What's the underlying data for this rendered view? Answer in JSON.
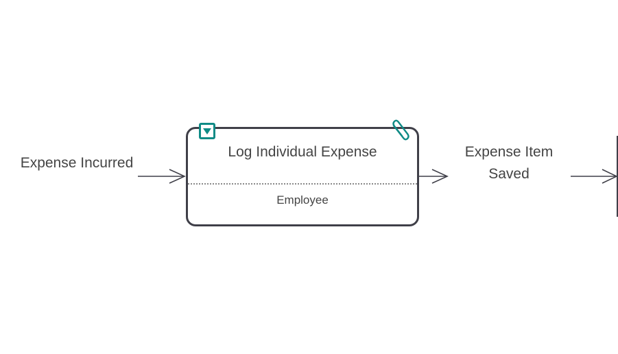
{
  "diagram": {
    "incoming_event": {
      "label": "Expense Incurred"
    },
    "task": {
      "title": "Log Individual Expense",
      "role": "Employee",
      "marker_icon": "dropdown-triangle-icon",
      "attachment_icon": "paperclip-icon",
      "accent_color": "#0f8b86",
      "border_color": "#3f3f48"
    },
    "outgoing_event": {
      "label": "Expense Item Saved"
    }
  }
}
